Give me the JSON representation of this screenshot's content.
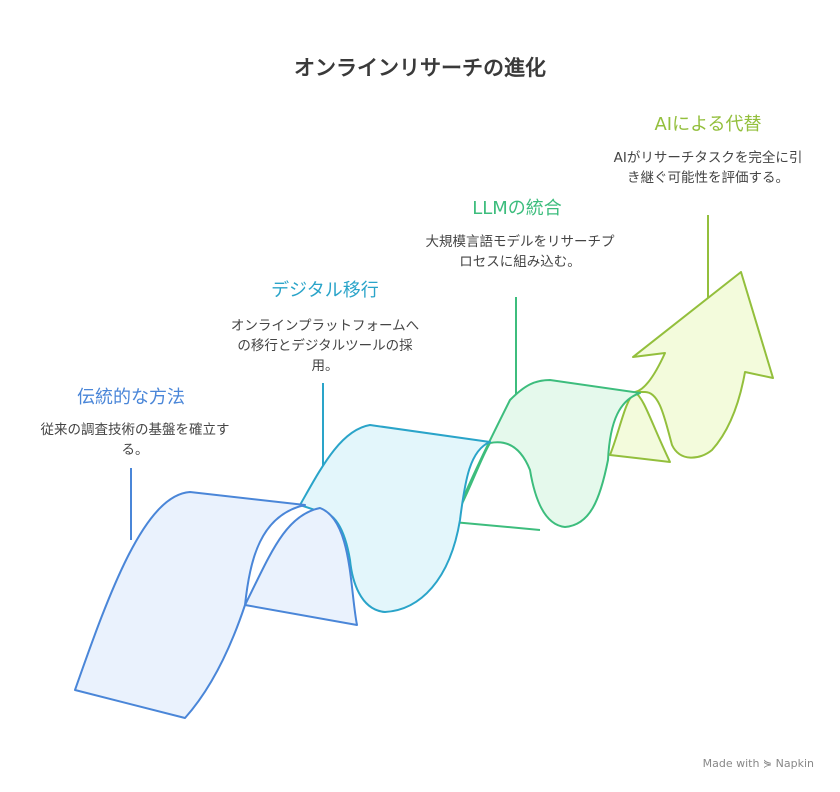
{
  "title": "オンラインリサーチの進化",
  "stages": [
    {
      "heading": "伝統的な方法",
      "description": "従来の調査技術の基盤を確立する。",
      "color": "#4a86d8",
      "fill": "#eaf2fd"
    },
    {
      "heading": "デジタル移行",
      "description": "オンラインプラットフォームへの移行とデジタルツールの採用。",
      "color": "#2aa4c9",
      "fill": "#e3f6fb"
    },
    {
      "heading": "LLMの統合",
      "description": "大規模言語モデルをリサーチプロセスに組み込む。",
      "color": "#3dbd7d",
      "fill": "#e5f9ec"
    },
    {
      "heading": "AIによる代替",
      "description": "AIがリサーチタスクを完全に引き継ぐ可能性を評価する。",
      "color": "#93bf3c",
      "fill": "#f3fbdc"
    }
  ],
  "footer": "Made with ⋟ Napkin"
}
